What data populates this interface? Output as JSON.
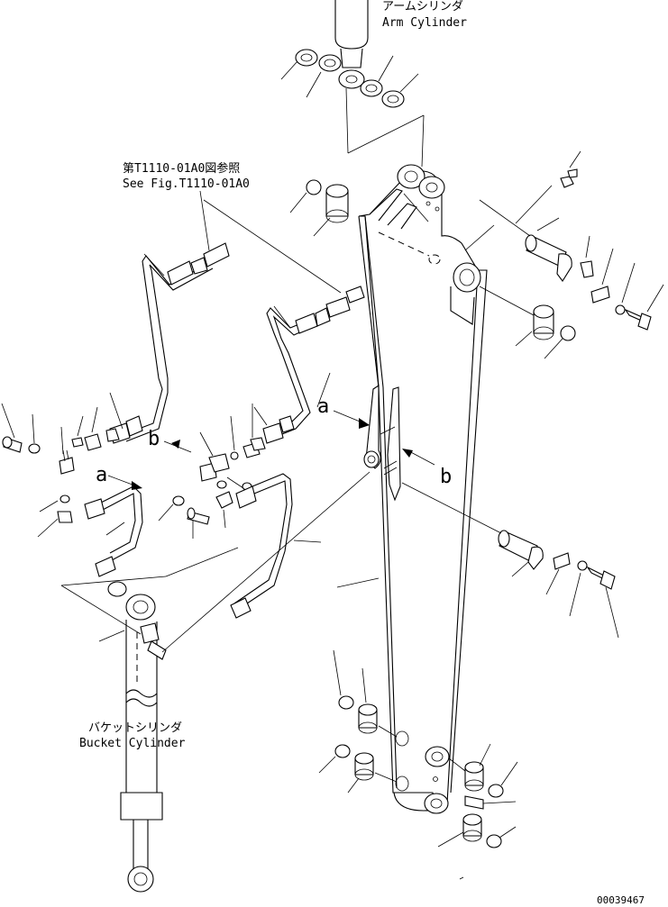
{
  "labels": {
    "arm_cylinder_jp": "アームシリンダ",
    "arm_cylinder_en": "Arm Cylinder",
    "see_fig_jp": "第T1110-01A0図参照",
    "see_fig_en": "See Fig.T1110-01A0",
    "bucket_cylinder_jp": "バケットシリンダ",
    "bucket_cylinder_en": "Bucket Cylinder",
    "marker_a_left": "a",
    "marker_b_left": "b",
    "marker_a_right": "a",
    "marker_b_right": "b",
    "drawing_number": "00039467"
  }
}
